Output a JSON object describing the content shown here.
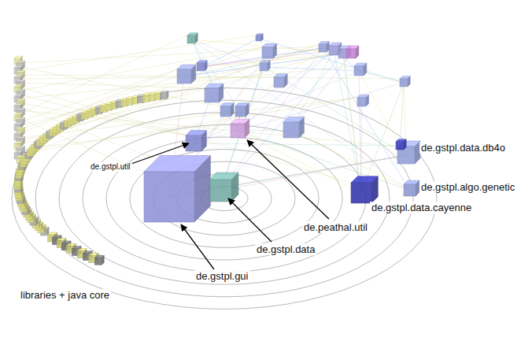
{
  "diagram": {
    "labels": [
      "de.gstpl.util",
      "de.peathal.util",
      "de.gstpl.data",
      "de.gstpl.gui",
      "de.gstpl.data.db4o",
      "de.gstpl.algo.genetic",
      "de.gstpl.data.cayenne",
      "libraries + java core"
    ]
  }
}
